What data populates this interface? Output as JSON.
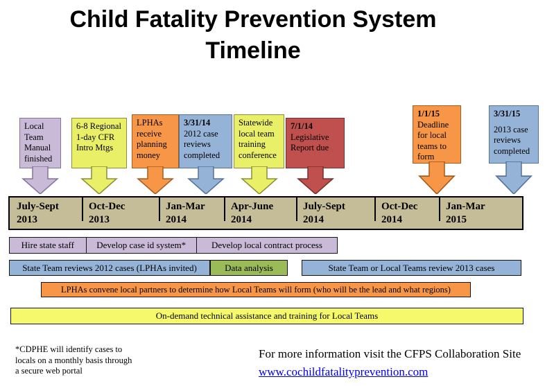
{
  "title": {
    "line1": "Child Fatality Prevention System",
    "line2": "Timeline"
  },
  "callouts": [
    {
      "date": "",
      "text": "Local Team Manual finished"
    },
    {
      "date": "",
      "text": "6-8 Regional 1-day CFR Intro Mtgs"
    },
    {
      "date": "",
      "text": "LPHAs receive planning money"
    },
    {
      "date": "3/31/14",
      "text": "2012 case reviews completed"
    },
    {
      "date": "",
      "text": "Statewide local team training conference"
    },
    {
      "date": "7/1/14",
      "text": "Legislative Report due"
    },
    {
      "date": "1/1/15",
      "text": "Deadline for local teams to form"
    },
    {
      "date": "3/31/15",
      "text": "2013 case reviews completed"
    }
  ],
  "timeline": {
    "periods": [
      {
        "q": "July-Sept",
        "y": "2013"
      },
      {
        "q": "Oct-Dec",
        "y": "2013"
      },
      {
        "q": "Jan-Mar",
        "y": "2014"
      },
      {
        "q": "Apr-June",
        "y": "2014"
      },
      {
        "q": "July-Sept",
        "y": "2014"
      },
      {
        "q": "Oct-Dec",
        "y": "2014"
      },
      {
        "q": "Jan-Mar",
        "y": "2015"
      }
    ]
  },
  "activities": {
    "hire": "Hire state staff",
    "case_id": "Develop case id system*",
    "contract": "Develop local contract process",
    "review2012": "State Team reviews 2012 cases (LPHAs invited)",
    "data_analysis": "Data analysis",
    "review2013": "State Team or Local Teams review 2013 cases",
    "convene": "LPHAs convene local partners to determine how Local Teams will form (who will be the lead and what regions)",
    "on_demand": "On-demand technical assistance and training for Local Teams"
  },
  "footnote": {
    "line1": "*CDPHE will identify cases to",
    "line2": "locals on a monthly basis through",
    "line3": "a secure web portal"
  },
  "info": {
    "text": "For more information visit the CFPS Collaboration Site",
    "link": "www.cochildfatalityprevention.com"
  },
  "colors": {
    "purple": "#C9BAD8",
    "yellow_green": "#EAEF68",
    "orange": "#F79646",
    "blue": "#95B3D7",
    "dark_red": "#C0504D",
    "green": "#9BBB59",
    "tan": "#C4BD97",
    "yellow": "#F7F96D",
    "link_blue": "#0000EE"
  }
}
